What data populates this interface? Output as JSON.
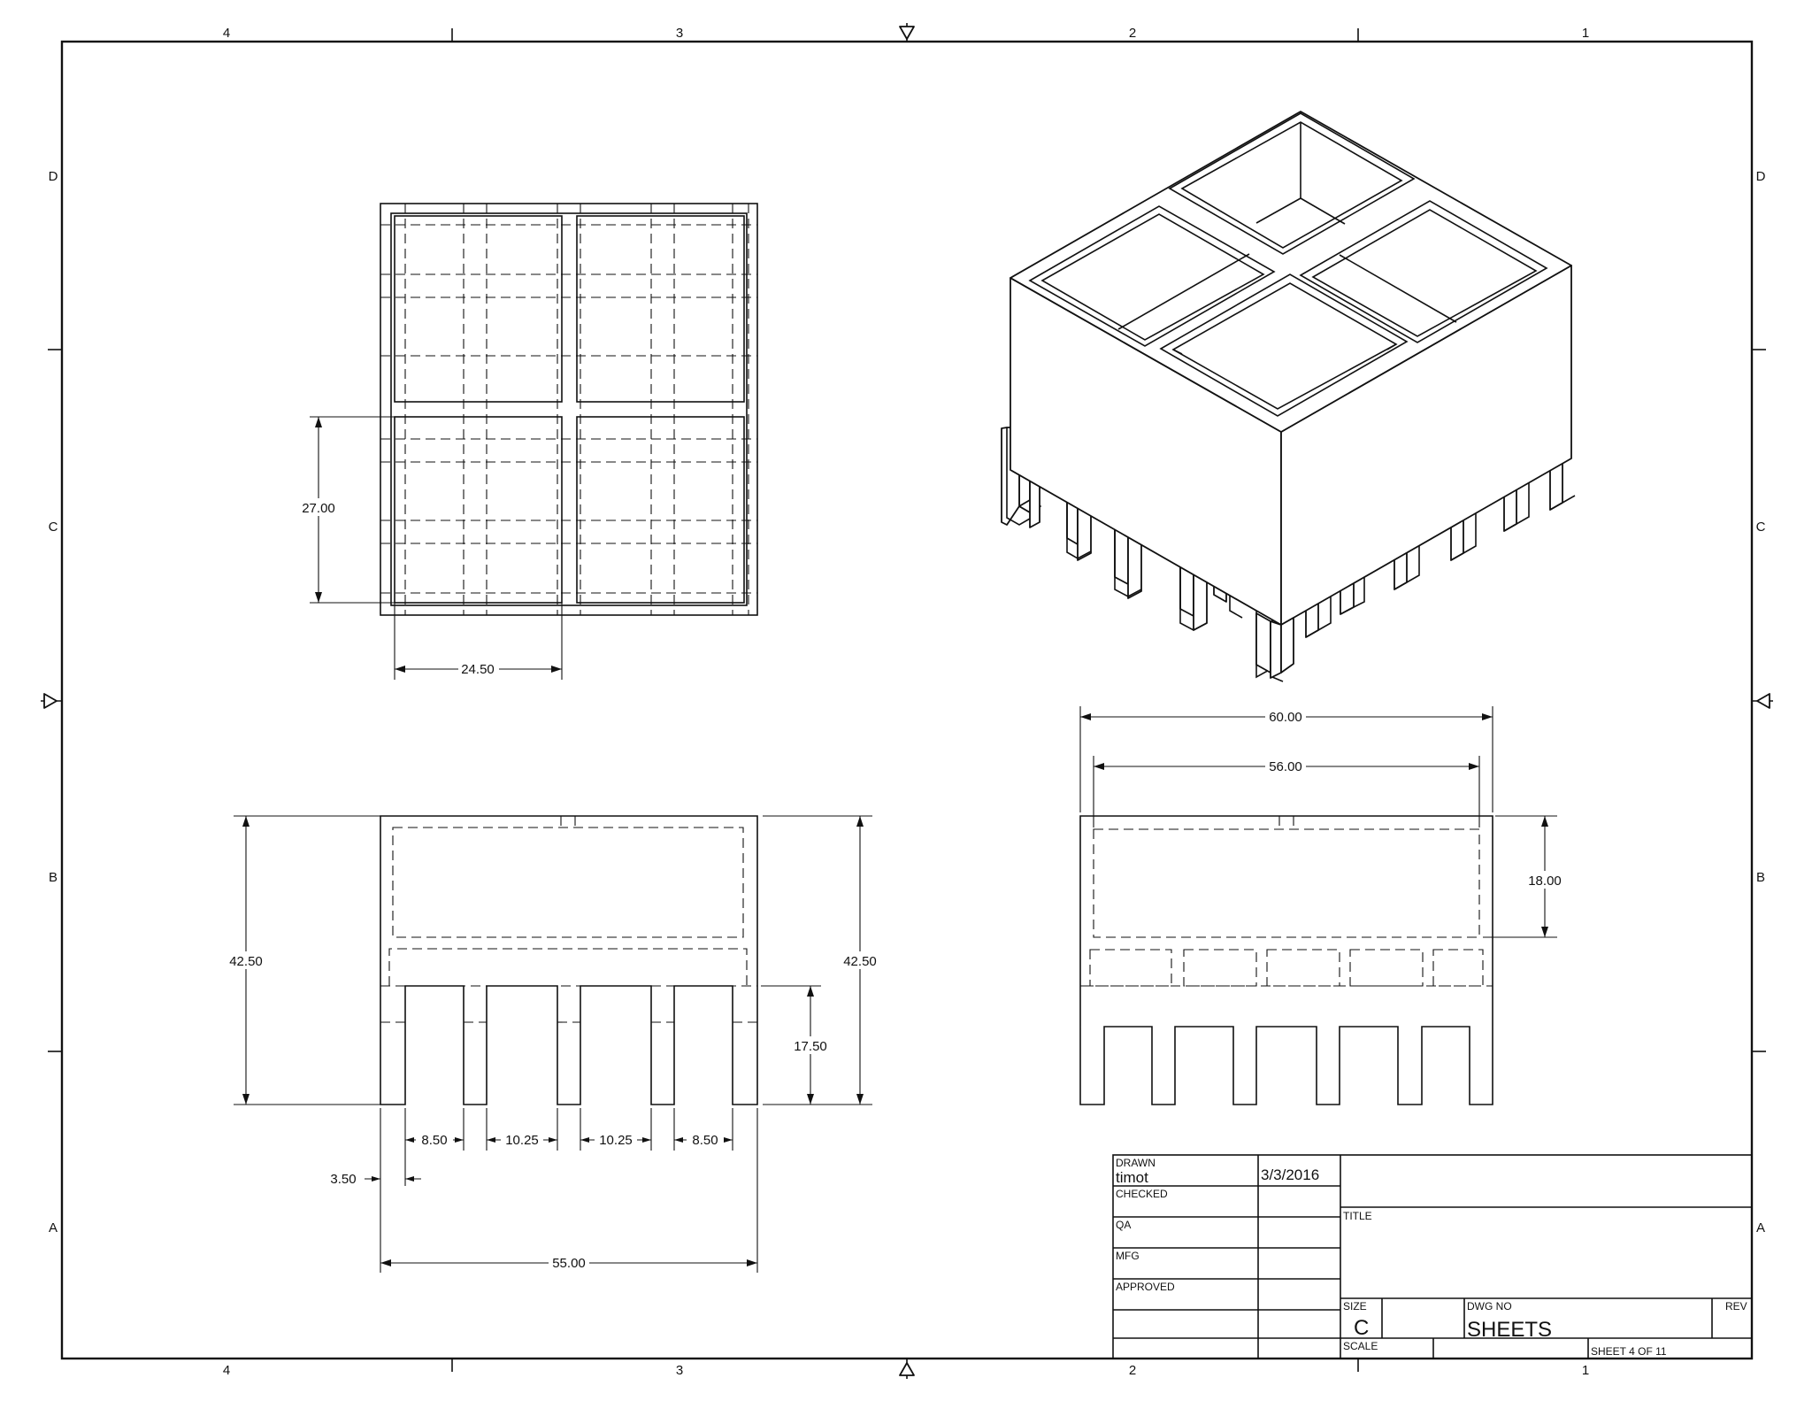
{
  "sheet": {
    "zones_columns": [
      "4",
      "3",
      "2",
      "1"
    ],
    "zones_rows": [
      "D",
      "C",
      "B",
      "A"
    ]
  },
  "dimensions": {
    "top_view_height": "27.00",
    "top_view_width": "24.50",
    "front_height_left": "42.50",
    "front_height_right": "42.50",
    "front_leg_height": "17.50",
    "leg_gap_1": "8.50",
    "leg_gap_2": "10.25",
    "leg_gap_3": "10.25",
    "leg_gap_4": "8.50",
    "leg_width": "3.50",
    "front_overall_width": "55.00",
    "side_overall_width": "60.00",
    "side_inner_width": "56.00",
    "side_pocket_depth": "18.00"
  },
  "title_block": {
    "drawn_label": "DRAWN",
    "drawn_by": "timot",
    "drawn_date": "3/3/2016",
    "checked_label": "CHECKED",
    "qa_label": "QA",
    "mfg_label": "MFG",
    "approved_label": "APPROVED",
    "title_label": "TITLE",
    "size_label": "SIZE",
    "size_value": "C",
    "dwg_no_label": "DWG NO",
    "dwg_no_value": "SHEETS",
    "rev_label": "REV",
    "scale_label": "SCALE",
    "sheet_label": "SHEET 4  OF 11"
  }
}
